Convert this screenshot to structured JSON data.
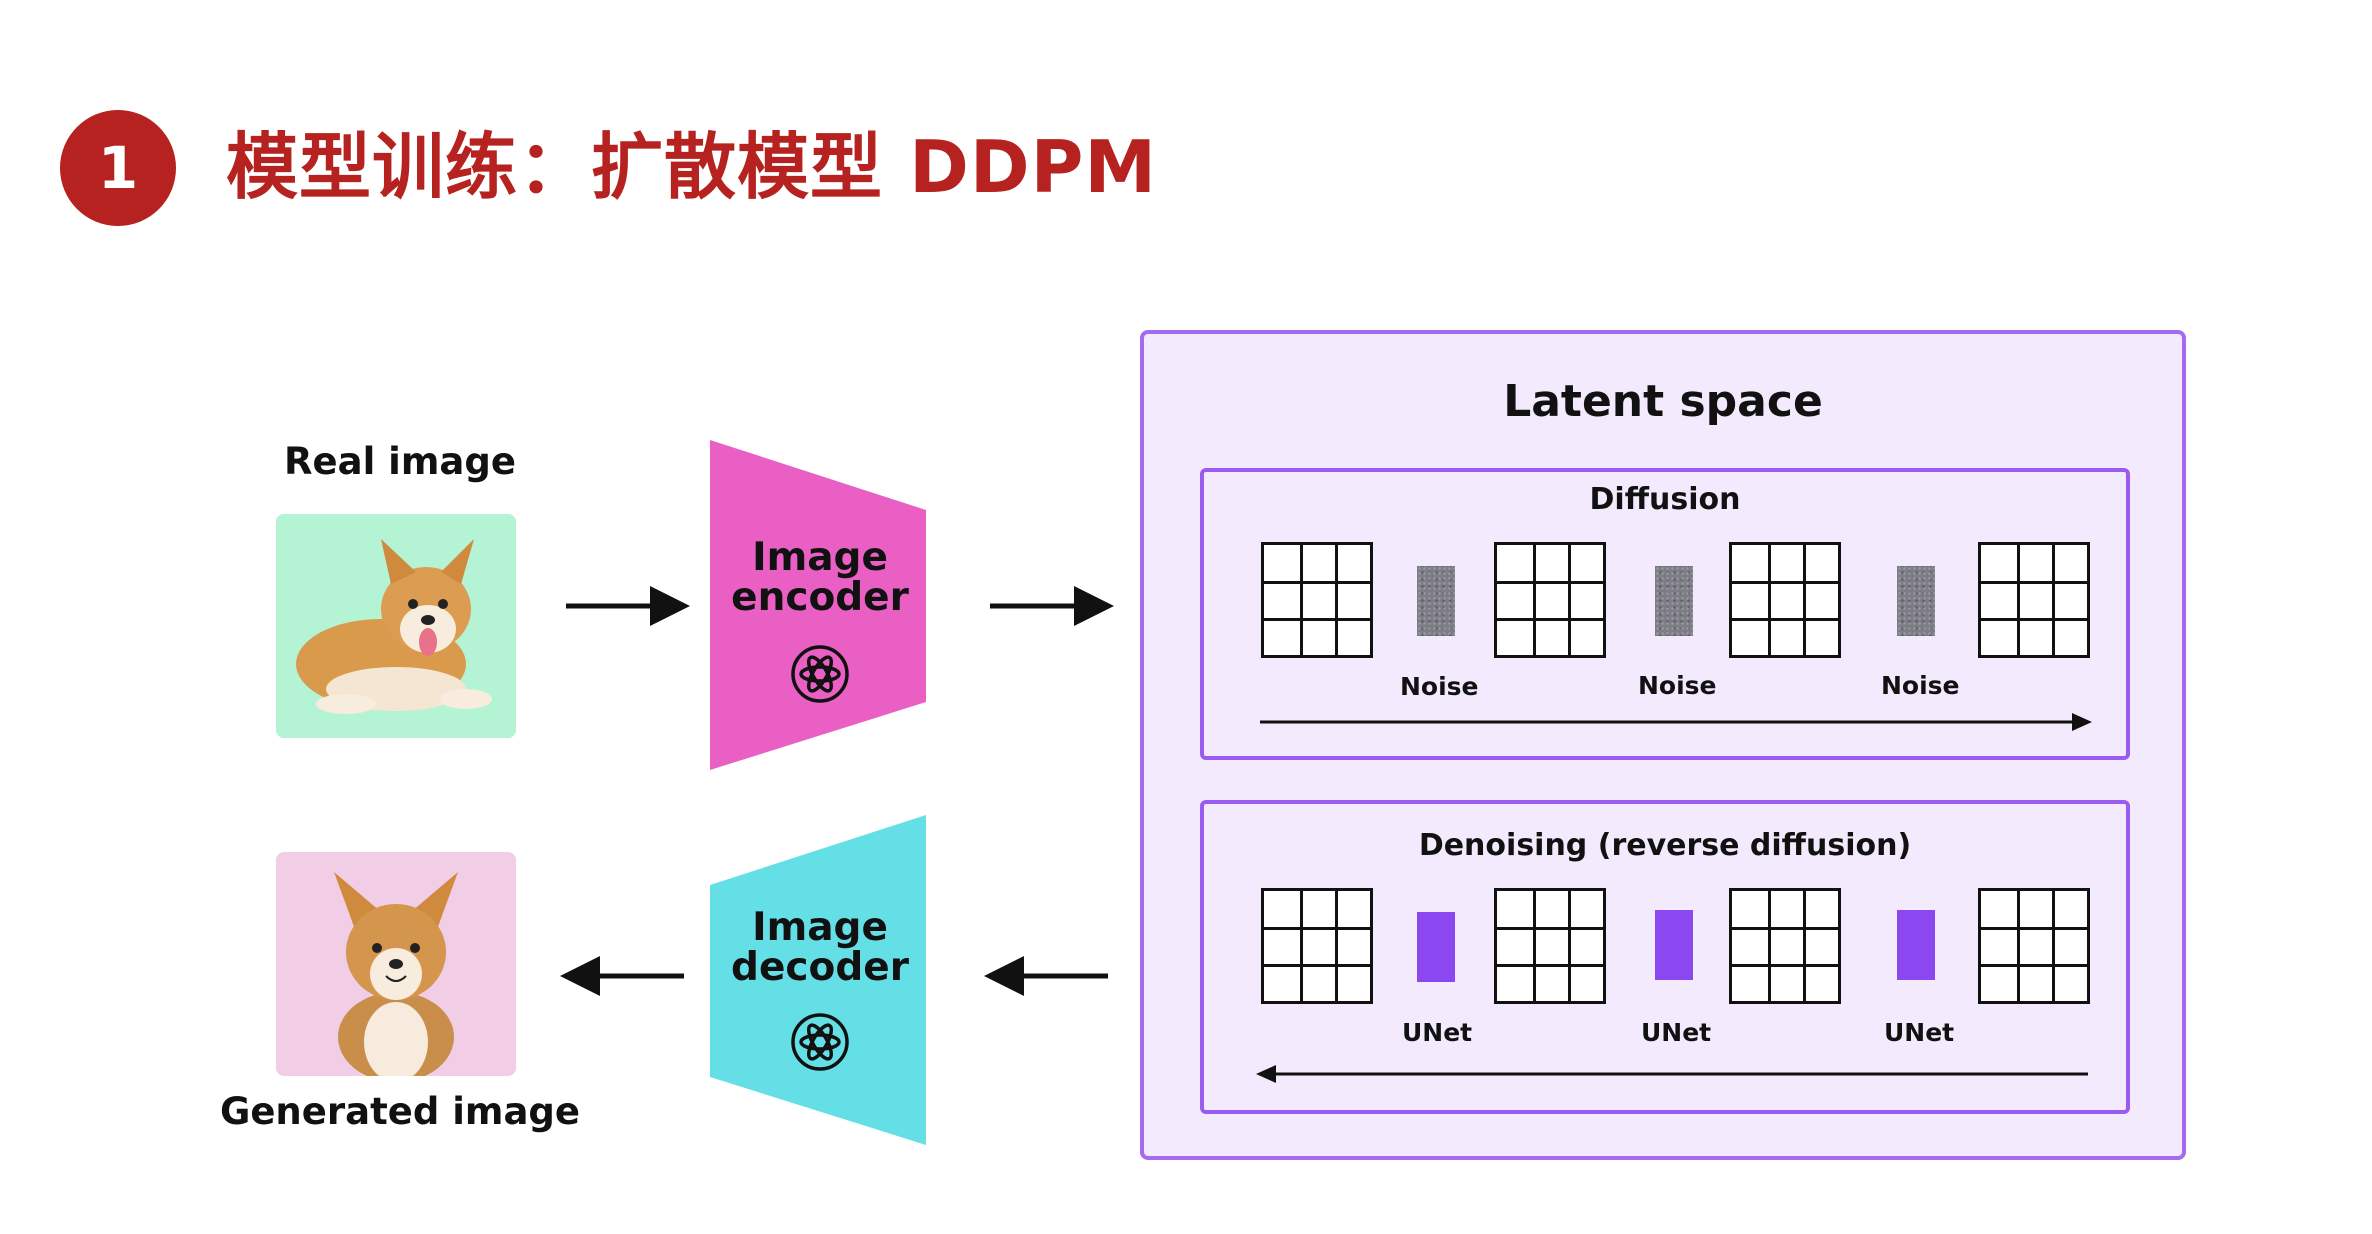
{
  "header": {
    "step_number": "1",
    "title": "模型训练：扩散模型 DDPM"
  },
  "left": {
    "real_image_label": "Real image",
    "generated_image_label": "Generated image"
  },
  "encoder": {
    "label_line1": "Image",
    "label_line2": "encoder",
    "color": "#ea5fc4"
  },
  "decoder": {
    "label_line1": "Image",
    "label_line2": "decoder",
    "color": "#65dfe6"
  },
  "latent": {
    "title": "Latent space",
    "diffusion": {
      "title": "Diffusion",
      "step_labels": [
        "Noise",
        "Noise",
        "Noise"
      ]
    },
    "denoising": {
      "title": "Denoising (reverse diffusion)",
      "step_labels": [
        "UNet",
        "UNet",
        "UNet"
      ]
    }
  },
  "colors": {
    "accent_red": "#b52220",
    "latent_bg": "#f3ebfd",
    "latent_border": "#a46af0",
    "unet_purple": "#8b47f0",
    "real_bg": "#b4f3d4",
    "generated_bg": "#f2cde6"
  }
}
